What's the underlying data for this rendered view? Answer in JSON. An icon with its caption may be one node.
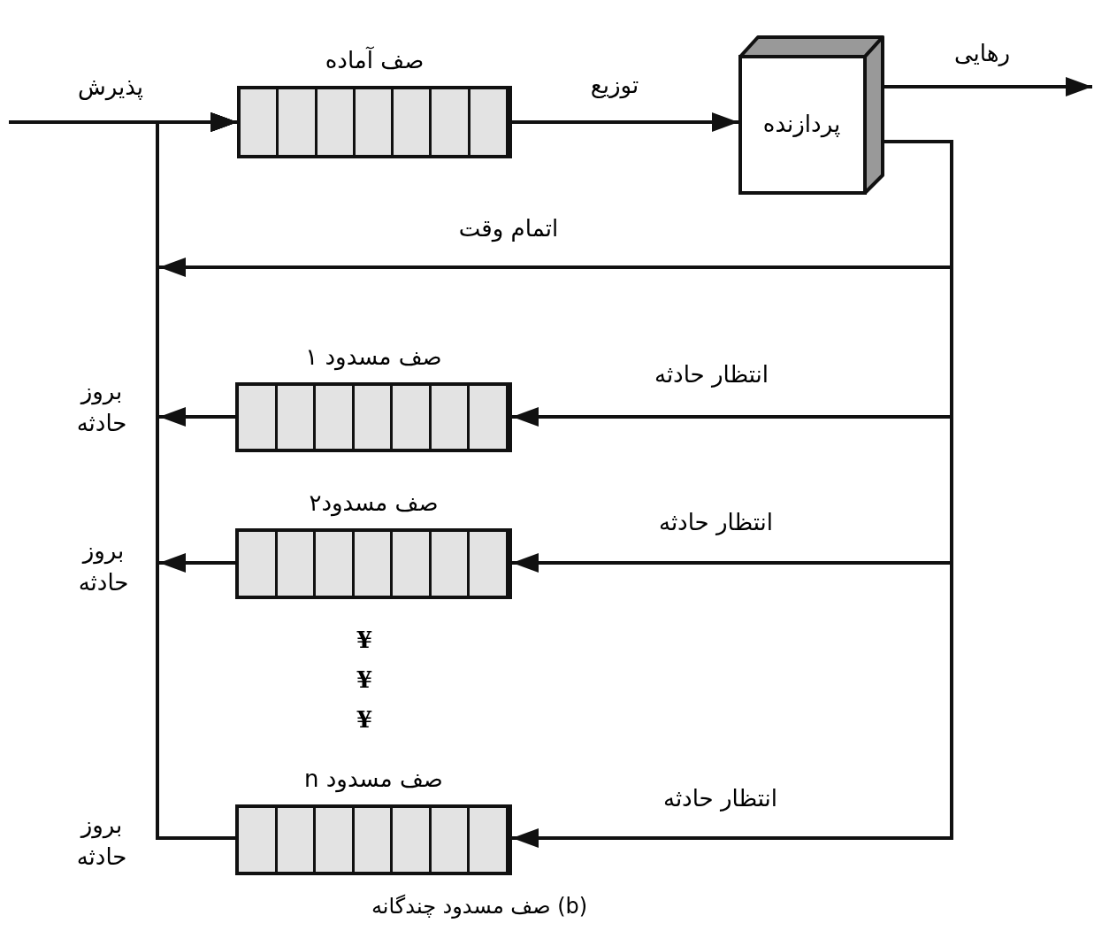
{
  "diagram": {
    "caption": "(b) صف مسدود چندگانه",
    "nodes": [
      {
        "text": [
          "صف آماده"
        ]
      },
      {
        "text": [
          "پردازنده"
        ]
      },
      {
        "text": [
          "صف مسدود ١"
        ]
      },
      {
        "text": [
          "صف مسدود۲"
        ]
      },
      {
        "text": [
          "صف مسدود n"
        ]
      }
    ],
    "edges": [
      {
        "from": null,
        "to": 0,
        "arrow": "to",
        "label": "پذیرش"
      },
      {
        "from": 0,
        "to": 1,
        "arrow": "to",
        "label": "توزیع"
      },
      {
        "from": 1,
        "to": null,
        "arrow": "to",
        "label": "رهایی"
      },
      {
        "from": 1,
        "to": 0,
        "arrow": "to",
        "label": "اتمام وقت"
      },
      {
        "from": 1,
        "to": 2,
        "arrow": "to",
        "label": "انتظار حادثه"
      },
      {
        "from": 1,
        "to": 3,
        "arrow": "to",
        "label": "انتظار حادثه"
      },
      {
        "from": 1,
        "to": 4,
        "arrow": "to",
        "label": "انتظار حادثه"
      },
      {
        "from": 2,
        "to": 0,
        "arrow": "to",
        "label": "بروز حادثه"
      },
      {
        "from": 3,
        "to": 0,
        "arrow": "to",
        "label": "بروز حادثه"
      },
      {
        "from": 4,
        "to": 0,
        "arrow": "to",
        "label": "بروز حادثه"
      }
    ],
    "labels": [
      "¥",
      "¥",
      "¥"
    ]
  }
}
